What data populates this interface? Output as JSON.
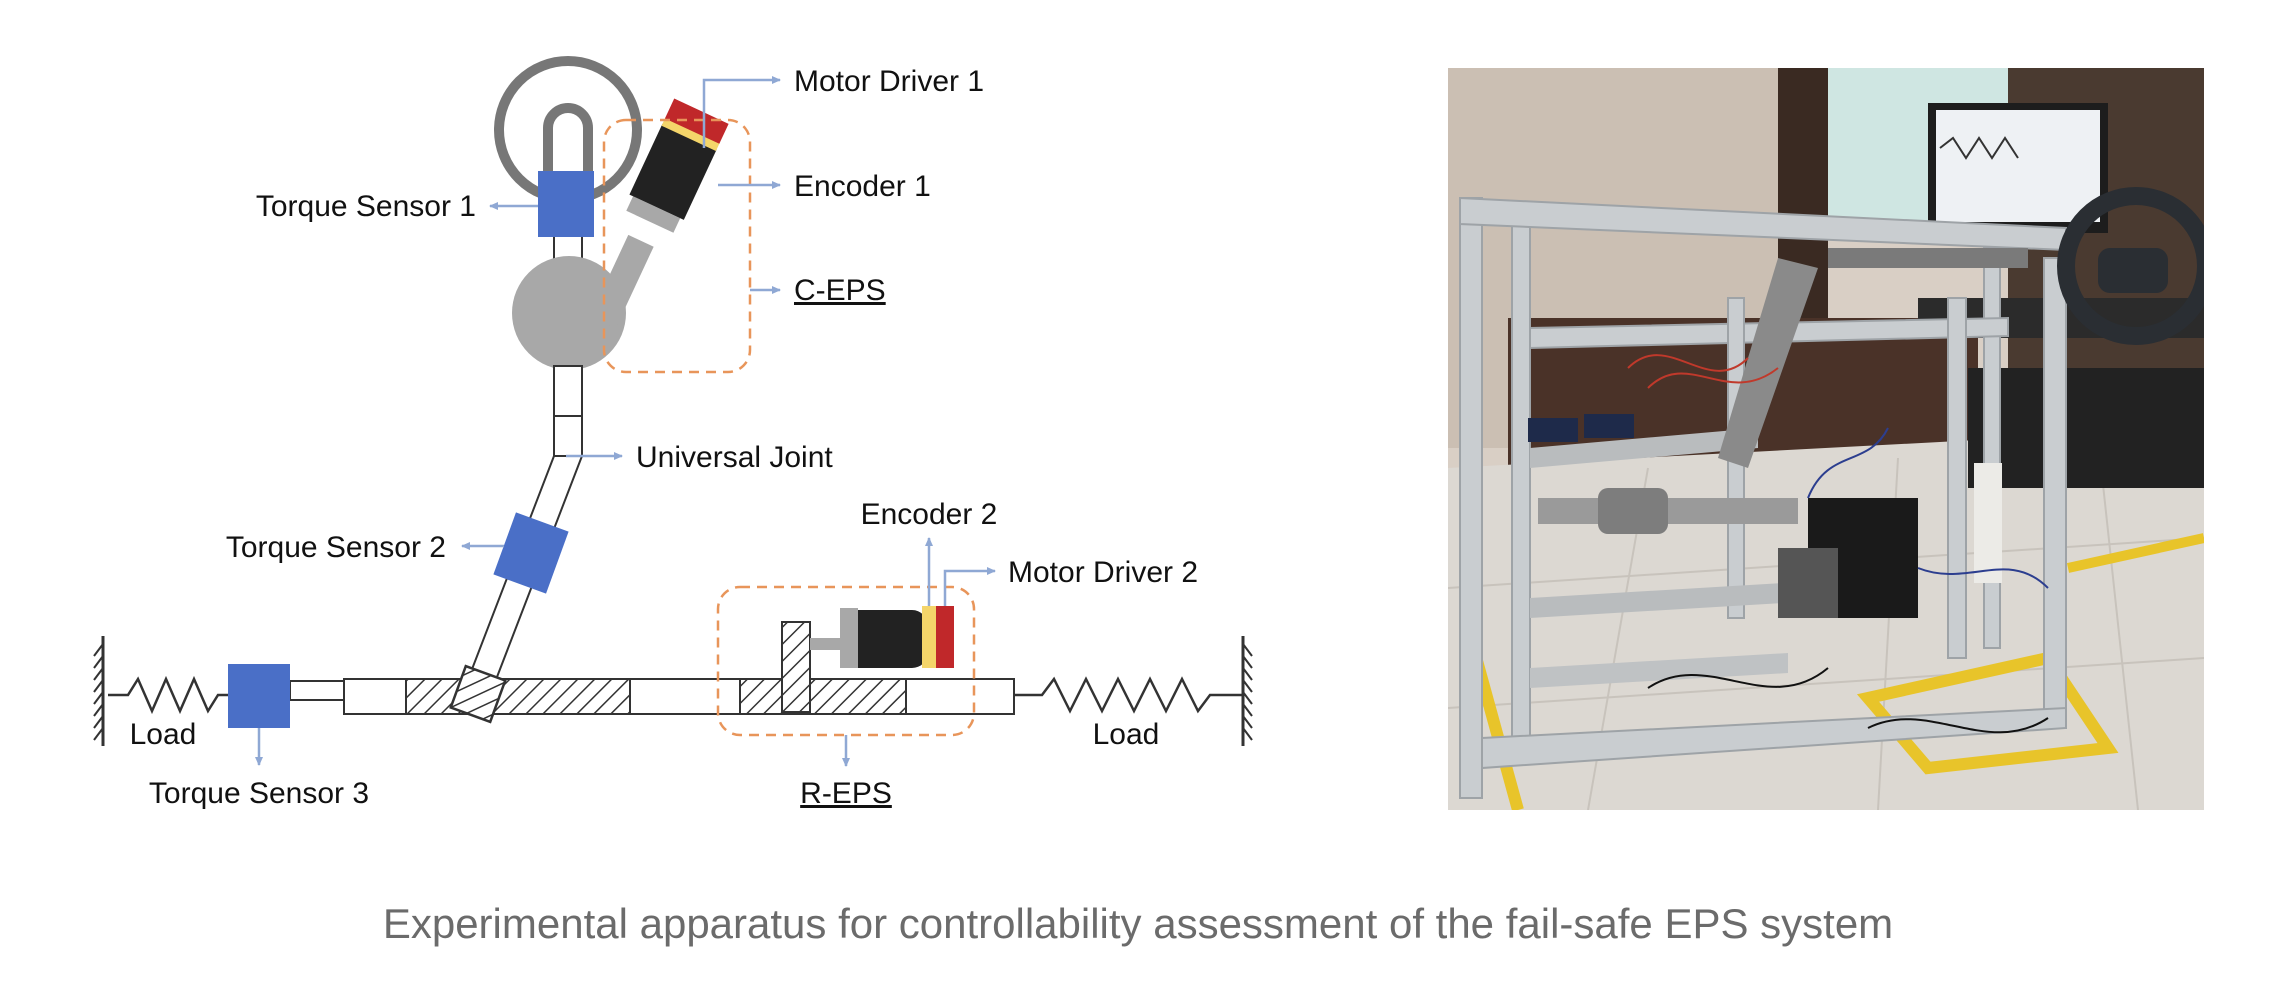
{
  "diagram": {
    "labels": {
      "motor_driver_1": "Motor Driver 1",
      "encoder_1": "Encoder 1",
      "torque_sensor_1": "Torque Sensor 1",
      "c_eps": "C-EPS",
      "universal_joint": "Universal Joint",
      "torque_sensor_2": "Torque Sensor 2",
      "encoder_2": "Encoder 2",
      "motor_driver_2": "Motor Driver 2",
      "load_left": "Load",
      "load_right": "Load",
      "torque_sensor_3": "Torque Sensor 3",
      "r_eps": "R-EPS"
    },
    "colors": {
      "sensor_blue": "#4a6fc7",
      "arrow_blue": "#8fa8d4",
      "dashed_orange": "#e8955a",
      "motor_black": "#222222",
      "gear_gray": "#a8a8a8",
      "driver_red": "#c0282a",
      "encoder_yellow": "#f4d56a"
    }
  },
  "photo": {
    "icon": "test-rig-photo"
  },
  "caption": "Experimental apparatus for controllability assessment of the fail-safe EPS system"
}
